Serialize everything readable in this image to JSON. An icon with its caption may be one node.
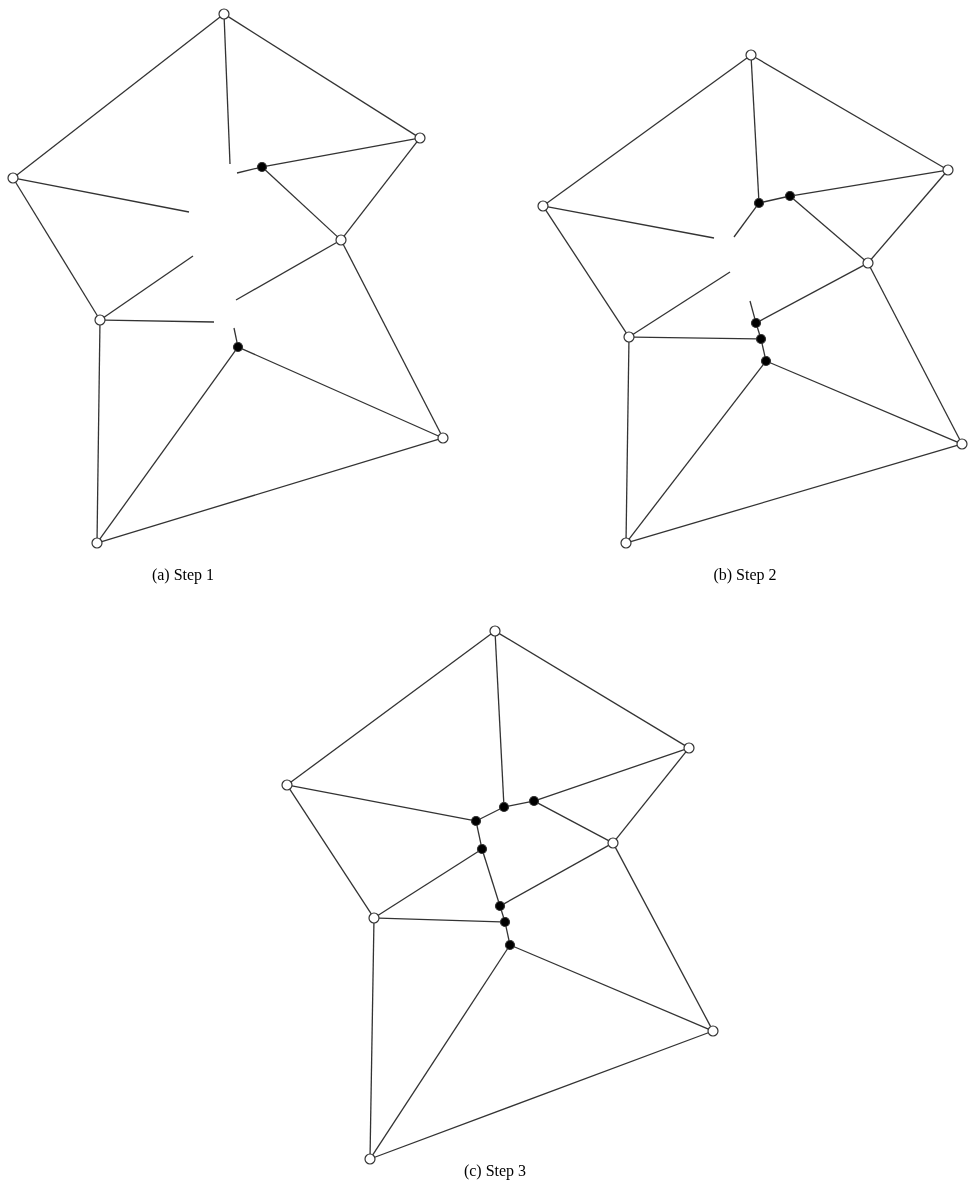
{
  "diagram": {
    "nodes": [
      {
        "text": [],
        "shape": "circle"
      },
      {
        "text": [],
        "shape": "circle"
      },
      {
        "text": [],
        "shape": "dot"
      },
      {
        "text": [],
        "shape": "circle"
      },
      {
        "text": [],
        "shape": "circle"
      },
      {
        "text": [],
        "shape": "circle"
      },
      {
        "text": [],
        "shape": "dot"
      },
      {
        "text": [],
        "shape": "circle"
      },
      {
        "text": [],
        "shape": "circle"
      },
      {
        "text": [],
        "shape": "circle"
      },
      {
        "text": [],
        "shape": "circle"
      },
      {
        "text": [],
        "shape": "dot"
      },
      {
        "text": [],
        "shape": "dot"
      },
      {
        "text": [],
        "shape": "circle"
      },
      {
        "text": [],
        "shape": "circle"
      },
      {
        "text": [],
        "shape": "dot"
      },
      {
        "text": [],
        "shape": "circle"
      },
      {
        "text": [],
        "shape": "dot"
      },
      {
        "text": [],
        "shape": "dot"
      },
      {
        "text": [],
        "shape": "circle"
      },
      {
        "text": [],
        "shape": "circle"
      },
      {
        "text": [],
        "shape": "circle"
      },
      {
        "text": [],
        "shape": "circle"
      },
      {
        "text": [],
        "shape": "circle"
      },
      {
        "text": [],
        "shape": "dot"
      },
      {
        "text": [],
        "shape": "dot"
      },
      {
        "text": [],
        "shape": "dot"
      },
      {
        "text": [],
        "shape": "circle"
      },
      {
        "text": [],
        "shape": "dot"
      },
      {
        "text": [],
        "shape": "dot"
      },
      {
        "text": [],
        "shape": "circle"
      },
      {
        "text": [],
        "shape": "dot"
      },
      {
        "text": [],
        "shape": "dot"
      },
      {
        "text": [],
        "shape": "circle"
      },
      {
        "text": [],
        "shape": "circle"
      }
    ],
    "edges": [
      {
        "from": 0,
        "to": 1,
        "arrow": "none"
      },
      {
        "from": 0,
        "to": 3,
        "arrow": "none"
      },
      {
        "from": 1,
        "to": 2,
        "arrow": "none"
      },
      {
        "from": 1,
        "to": 4,
        "arrow": "none"
      },
      {
        "from": 2,
        "to": 4,
        "arrow": "none"
      },
      {
        "from": 3,
        "to": 5,
        "arrow": "none"
      },
      {
        "from": 4,
        "to": 7,
        "arrow": "none"
      },
      {
        "from": 5,
        "to": 8,
        "arrow": "none"
      },
      {
        "from": 6,
        "to": 8,
        "arrow": "none"
      },
      {
        "from": 6,
        "to": 7,
        "arrow": "none"
      },
      {
        "from": 8,
        "to": 7,
        "arrow": "none"
      },
      {
        "from": 0,
        "to": null,
        "arrow": "none"
      },
      {
        "from": 2,
        "to": null,
        "arrow": "none"
      },
      {
        "from": 3,
        "to": null,
        "arrow": "none"
      },
      {
        "from": 4,
        "to": null,
        "arrow": "none"
      },
      {
        "from": 5,
        "to": null,
        "arrow": "none"
      },
      {
        "from": 5,
        "to": null,
        "arrow": "none"
      },
      {
        "from": 6,
        "to": null,
        "arrow": "none"
      },
      {
        "from": 9,
        "to": 10,
        "arrow": "none"
      },
      {
        "from": 9,
        "to": 13,
        "arrow": "none"
      },
      {
        "from": 9,
        "to": 12,
        "arrow": "none"
      },
      {
        "from": 12,
        "to": 11,
        "arrow": "none"
      },
      {
        "from": 11,
        "to": 10,
        "arrow": "none"
      },
      {
        "from": 11,
        "to": 14,
        "arrow": "none"
      },
      {
        "from": 10,
        "to": 14,
        "arrow": "none"
      },
      {
        "from": 13,
        "to": 16,
        "arrow": "none"
      },
      {
        "from": 14,
        "to": 19,
        "arrow": "none"
      },
      {
        "from": 15,
        "to": 14,
        "arrow": "none"
      },
      {
        "from": 16,
        "to": 17,
        "arrow": "none"
      },
      {
        "from": 17,
        "to": 15,
        "arrow": "none"
      },
      {
        "from": 17,
        "to": 18,
        "arrow": "none"
      },
      {
        "from": 18,
        "to": 20,
        "arrow": "none"
      },
      {
        "from": 18,
        "to": 19,
        "arrow": "none"
      },
      {
        "from": 16,
        "to": 20,
        "arrow": "none"
      },
      {
        "from": 20,
        "to": 19,
        "arrow": "none"
      },
      {
        "from": 13,
        "to": null,
        "arrow": "none"
      },
      {
        "from": 12,
        "to": null,
        "arrow": "none"
      },
      {
        "from": 16,
        "to": null,
        "arrow": "none"
      },
      {
        "from": 15,
        "to": null,
        "arrow": "none"
      },
      {
        "from": 21,
        "to": 22,
        "arrow": "none"
      },
      {
        "from": 21,
        "to": 23,
        "arrow": "none"
      },
      {
        "from": 21,
        "to": 25,
        "arrow": "none"
      },
      {
        "from": 25,
        "to": 24,
        "arrow": "none"
      },
      {
        "from": 24,
        "to": 22,
        "arrow": "none"
      },
      {
        "from": 24,
        "to": 27,
        "arrow": "none"
      },
      {
        "from": 22,
        "to": 27,
        "arrow": "none"
      },
      {
        "from": 23,
        "to": 26,
        "arrow": "none"
      },
      {
        "from": 26,
        "to": 25,
        "arrow": "none"
      },
      {
        "from": 26,
        "to": 28,
        "arrow": "none"
      },
      {
        "from": 28,
        "to": 30,
        "arrow": "none"
      },
      {
        "from": 28,
        "to": 29,
        "arrow": "none"
      },
      {
        "from": 29,
        "to": 27,
        "arrow": "none"
      },
      {
        "from": 29,
        "to": 31,
        "arrow": "none"
      },
      {
        "from": 30,
        "to": 31,
        "arrow": "none"
      },
      {
        "from": 31,
        "to": 32,
        "arrow": "none"
      },
      {
        "from": 32,
        "to": 34,
        "arrow": "none"
      },
      {
        "from": 32,
        "to": 33,
        "arrow": "none"
      },
      {
        "from": 27,
        "to": 33,
        "arrow": "none"
      },
      {
        "from": 23,
        "to": 30,
        "arrow": "none"
      },
      {
        "from": 30,
        "to": 34,
        "arrow": "none"
      },
      {
        "from": 34,
        "to": 33,
        "arrow": "none"
      }
    ],
    "labels": [
      "(a) Step 1",
      "(b) Step 2",
      "(c) Step 3"
    ]
  }
}
